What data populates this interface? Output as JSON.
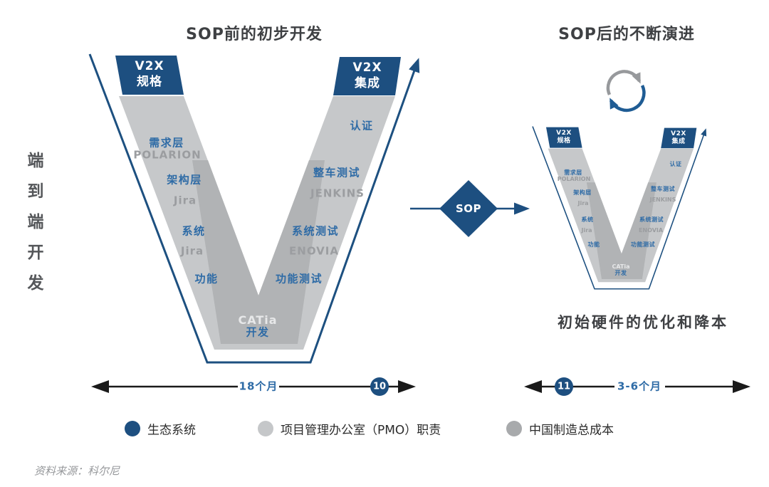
{
  "titles": {
    "left": "SOP前的初步开发",
    "right": "SOP后的不断演进"
  },
  "side_label": {
    "text": "端到端开发",
    "chars": [
      "端",
      "到",
      "端",
      "开",
      "发"
    ]
  },
  "v_model": {
    "spec_box": {
      "line1": "V2X",
      "line2": "规格"
    },
    "integration_box": {
      "line1": "V2X",
      "line2": "集成"
    },
    "left_stages": [
      {
        "zh": "需求层",
        "tool": "POLARION"
      },
      {
        "zh": "架构层",
        "tool": "Jira"
      },
      {
        "zh": "系统",
        "tool": "Jira"
      },
      {
        "zh": "功能",
        "tool": ""
      }
    ],
    "right_stages": [
      {
        "zh": "认证",
        "tool": ""
      },
      {
        "zh": "整车测试",
        "tool": "JENKINS"
      },
      {
        "zh": "系统测试",
        "tool": "ENOVIA"
      },
      {
        "zh": "功能测试",
        "tool": ""
      }
    ],
    "bottom_stage": {
      "tool": "CATia",
      "zh": "开发"
    }
  },
  "sop_milestone": {
    "label": "SOP"
  },
  "small_v_caption": "初始硬件的优化和降本",
  "timelines": {
    "left": {
      "duration": "18个月",
      "badge": "10"
    },
    "right": {
      "duration": "3-6个月",
      "badge": "11"
    }
  },
  "legend": [
    {
      "label": "生态系统",
      "color": "#1d4f80"
    },
    {
      "label": "项目管理办公室（PMO）职责",
      "color": "#c5c7c9"
    },
    {
      "label": "中国制造总成本",
      "color": "#a8aaac"
    }
  ],
  "source": "资料来源：科尔尼",
  "icons": {
    "cycle": "cycle-arrows-icon",
    "sop_diamond": "diamond-milestone",
    "timeline_arrows": "double-headed-arrow"
  },
  "colors": {
    "primary_blue": "#1d4f80",
    "label_blue": "#2e6ba6",
    "arm_gray": "#c6c8ca",
    "arm_inner_gray": "#b1b3b5",
    "tool_gray": "#9b9da0",
    "text_dark": "#3e4043",
    "arrow_black": "#1a1a1a"
  }
}
